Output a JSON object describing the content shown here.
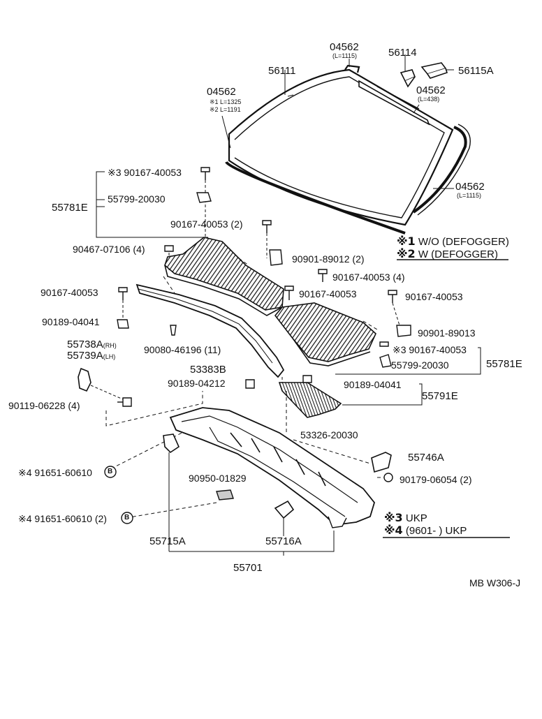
{
  "parts": {
    "p04562_top": "04562",
    "p04562_top_len": "(L=1115)",
    "p56114": "56114",
    "p56115a": "56115A",
    "p56111": "56111",
    "p04562_left": "04562",
    "p04562_left_l1": "※1 L=1325",
    "p04562_left_l2": "※2 L=1191",
    "p04562_right": "04562",
    "p04562_right_len": "(L=438)",
    "p04562_side": "04562",
    "p04562_side_len": "(L=1115)",
    "p90167_40053_s3_top": "※3 90167-40053",
    "p55799_20030_top": "55799-20030",
    "p55781e_left": "55781E",
    "p90167_40053_2": "90167-40053 (2)",
    "p90467_07106_4": "90467-07106 (4)",
    "p90901_89012_2": "90901-89012 (2)",
    "p90167_40053_4": "90167-40053 (4)",
    "p90167_40053_left": "90167-40053",
    "p90167_40053_mid": "90167-40053",
    "p90167_40053_right": "90167-40053",
    "p90189_04041_left": "90189-04041",
    "p90901_89013": "90901-89013",
    "p55738a": "55738A",
    "p55738a_side": "(RH)",
    "p55739a": "55739A",
    "p55739a_side": "(LH)",
    "p90080_46196_11": "90080-46196 (11)",
    "p90167_40053_s3_right": "※3 90167-40053",
    "p53383b": "53383B",
    "p55799_20030_right": "55799-20030",
    "p55781e_right": "55781E",
    "p90189_04212": "90189-04212",
    "p90189_04041_right": "90189-04041",
    "p55791e": "55791E",
    "p90119_06228_4": "90119-06228 (4)",
    "p53326_20030": "53326-20030",
    "p55746a": "55746A",
    "p91651_60610_a": "※4 91651-60610",
    "p90179_06054_2": "90179-06054 (2)",
    "p90950_01829": "90950-01829",
    "p91651_60610_b": "※4 91651-60610 (2)",
    "p55715a": "55715A",
    "p55716a": "55716A",
    "p55701": "55701",
    "circle_b": "B"
  },
  "notes": {
    "n1_mark": "※1",
    "n1_text": "W/O (DEFOGGER)",
    "n2_mark": "※2",
    "n2_text": "W (DEFOGGER)",
    "n3_mark": "※3",
    "n3_text": "UKP",
    "n4_mark": "※4",
    "n4_text": "(9601-        ) UKP"
  },
  "footer": {
    "code": "MB W306-J"
  }
}
